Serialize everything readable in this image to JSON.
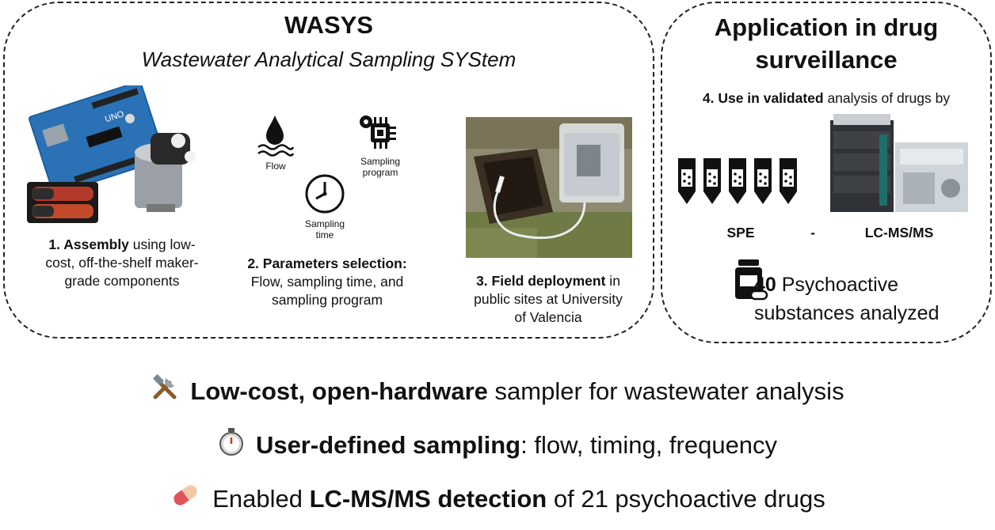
{
  "left_panel": {
    "title": "WASYS",
    "subtitle": "Wastewater Analytical Sampling SYStem",
    "step1": {
      "bold": "1. Assembly",
      "text_a": " using low-",
      "line2": "cost, off-the-shelf maker-",
      "line3": "grade components"
    },
    "board_label": "UNO",
    "params_icons": {
      "flow": "Flow",
      "program_a": "Sampling",
      "program_b": "program",
      "time_a": "Sampling",
      "time_b": "time"
    },
    "step2": {
      "bold": "2. Parameters selection:",
      "line2": "Flow, sampling time, and",
      "line3": "sampling program"
    },
    "step3": {
      "bold": "3. Field deployment",
      "text_a": " in",
      "line2": "public sites at University",
      "line3": "of Valencia"
    }
  },
  "right_panel": {
    "title_a": "Application in drug",
    "title_b": "surveillance",
    "step4": {
      "bold": "4. Use in validated",
      "text": " analysis of drugs by"
    },
    "spe_label": "SPE",
    "dash": "-",
    "lcms_label": "LC-MS/MS",
    "count_bold": "40",
    "count_text": " Psychoactive",
    "count_line2": "substances analyzed",
    "icon": "pill-bottle-icon"
  },
  "features": [
    {
      "icon": "tools-icon",
      "bold": "Low-cost, open-hardware",
      "text": " sampler for wastewater analysis"
    },
    {
      "icon": "stopwatch-icon",
      "bold": "User-defined sampling",
      "text": ": flow, timing, frequency"
    },
    {
      "icon": "pill-icon",
      "pre": "Enabled ",
      "bold": "LC-MS/MS detection",
      "text": " of 21 psychoactive drugs"
    }
  ]
}
